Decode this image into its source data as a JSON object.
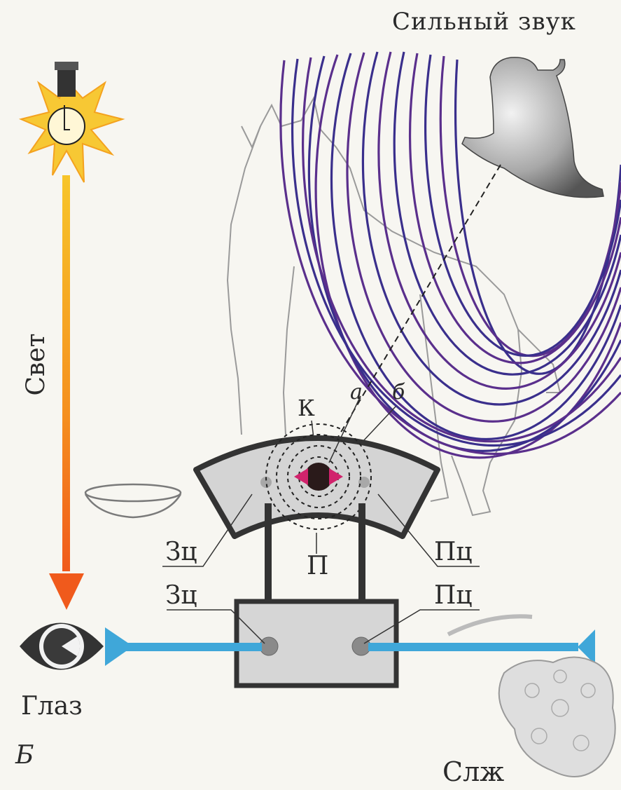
{
  "labels": {
    "sound": "Сильный звук",
    "light": "Свет",
    "eye": "Глаз",
    "panel": "Б",
    "gland": "Слж",
    "k": "К",
    "a": "а",
    "b": "б",
    "p": "П",
    "zc_top": "Зц",
    "pc_top": "Пц",
    "zc_bottom": "Зц",
    "pc_bottom": "Пц"
  },
  "colors": {
    "background": "#f7f6f1",
    "sound_waves": "#3a2f8c",
    "light_ray": "#f6a11f",
    "nerve_path": "#3fa7d9",
    "outline": "#3a3a3a"
  }
}
